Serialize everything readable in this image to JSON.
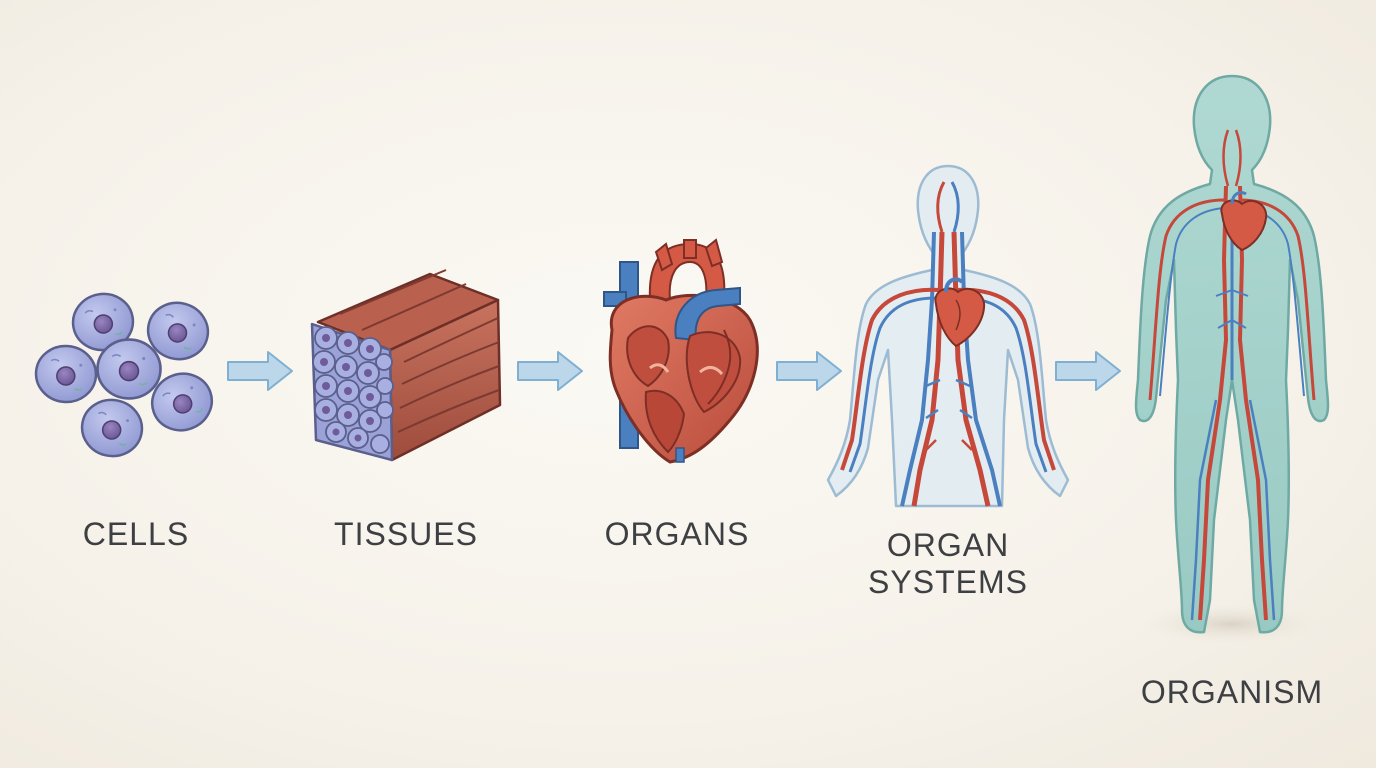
{
  "stages": [
    {
      "id": "cells",
      "label": "CELLS"
    },
    {
      "id": "tissues",
      "label": "TISSUES"
    },
    {
      "id": "organs",
      "label": "ORGANS"
    },
    {
      "id": "organ-systems",
      "label_line1": "ORGAN",
      "label_line2": "SYSTEMS"
    },
    {
      "id": "organism",
      "label": "ORGANISM"
    }
  ],
  "colors": {
    "cell_fill": "#a6aee0",
    "cell_stroke": "#5a5f8c",
    "nucleus": "#7f6aa8",
    "muscle": "#b86150",
    "muscle_dark": "#7d3a30",
    "artery": "#c5483a",
    "vein": "#4a7fc0",
    "arrow_fill": "#bcd7ea",
    "arrow_stroke": "#7fb0d2",
    "body_translucent": "#dce9f2",
    "organism_body": "#9fd0c9",
    "label_text": "#3d3f42"
  },
  "icons": [
    "cell-cluster-icon",
    "muscle-tissue-icon",
    "heart-icon",
    "circulatory-system-icon",
    "human-organism-icon",
    "arrow-right-icon"
  ]
}
